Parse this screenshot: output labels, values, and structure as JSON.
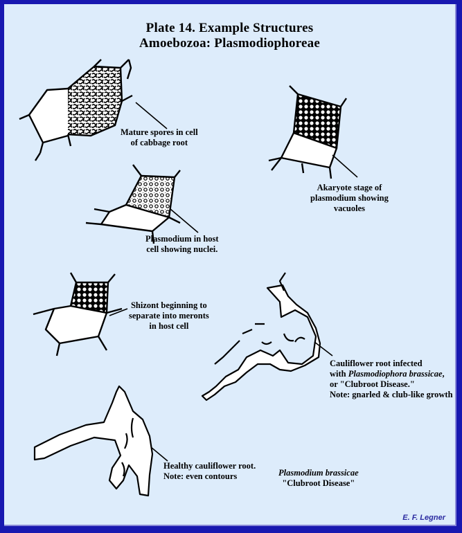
{
  "title": {
    "line1": "Plate 14.  Example Structures",
    "line2": "Amoebozoa: Plasmodiophoreae"
  },
  "labels": {
    "mature_spores": [
      "Mature spores in cell",
      "of cabbage root"
    ],
    "akaryote": [
      "Akaryote stage of",
      "plasmodium showing",
      "vacuoles"
    ],
    "plasmodium_host": [
      "Plasmodium in host",
      "cell showing nuclei."
    ],
    "shizont": [
      "Shizont beginning to",
      "separate into meronts",
      "in host cell"
    ],
    "cauliflower_infected": {
      "l1": "Cauliflower root infected",
      "l2_pre": "with ",
      "l2_italic": "Plasmodiophora brassicae",
      "l2_post": ",",
      "l3": "or \"Clubroot Disease.\"",
      "l4": "Note:  gnarled & club-like growth"
    },
    "healthy": [
      "Healthy cauliflower root.",
      "Note:  even contours"
    ],
    "species_italic": "Plasmodium brassicae",
    "species_common": "\"Clubroot Disease\""
  },
  "credit": "E. F. Legner",
  "colors": {
    "frame": "#1818b0",
    "background": "#ddecfb",
    "ink": "#000000",
    "credit": "#2a2aa0"
  }
}
